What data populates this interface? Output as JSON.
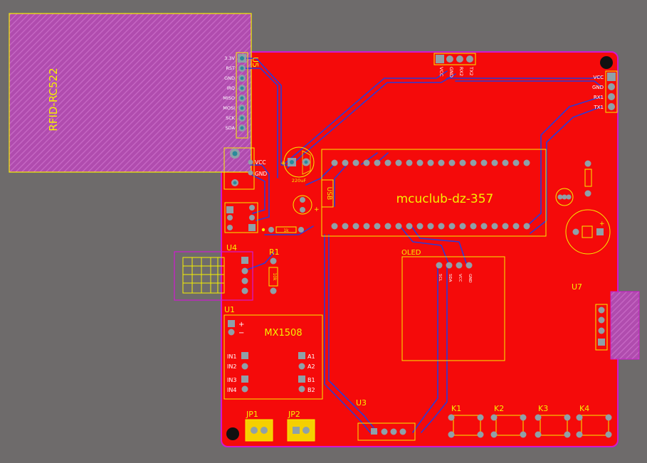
{
  "colors": {
    "background": "#6e6b6b",
    "board": "#f50a0a",
    "board_edge": "#d01ad0",
    "silkscreen": "#f5f000",
    "trace": "#2d3bd6",
    "pad_ring": "#8fa0a8",
    "pad_hole": "#2a8a9a",
    "hatch": "#c455c4"
  },
  "labels": {
    "rfid": "RFID-RC522",
    "u5": "U5",
    "rfid_pins": [
      "3.3V",
      "RST",
      "GND",
      "IRQ",
      "MISO",
      "MOSI",
      "SCK",
      "SDA"
    ],
    "vcc": "VCC",
    "gnd": "GND",
    "cap": "220uF",
    "mcu": "mcuclub-dz-357",
    "usb": "USB",
    "oled": "OLED",
    "oled_pins": [
      "SCL",
      "SDA",
      "VCC",
      "GND"
    ],
    "u4": "U4",
    "r1": "R1",
    "r1_value": "10k",
    "resistor_small": "1k",
    "u1": "U1",
    "mx": "MX1508",
    "plus": "+",
    "minus": "−",
    "in1": "IN1",
    "in2": "IN2",
    "in3": "IN3",
    "in4": "IN4",
    "a1": "A1",
    "a2": "A2",
    "b1": "B1",
    "b2": "B2",
    "jp1": "JP1",
    "jp2": "JP2",
    "u3": "U3",
    "u7": "U7",
    "k1": "K1",
    "k2": "K2",
    "k3": "K3",
    "k4": "K4",
    "header_right": [
      "VCC",
      "GND",
      "RX1",
      "TX1"
    ],
    "header_top": [
      "VCC",
      "GND",
      "RX2",
      "TX2"
    ]
  }
}
